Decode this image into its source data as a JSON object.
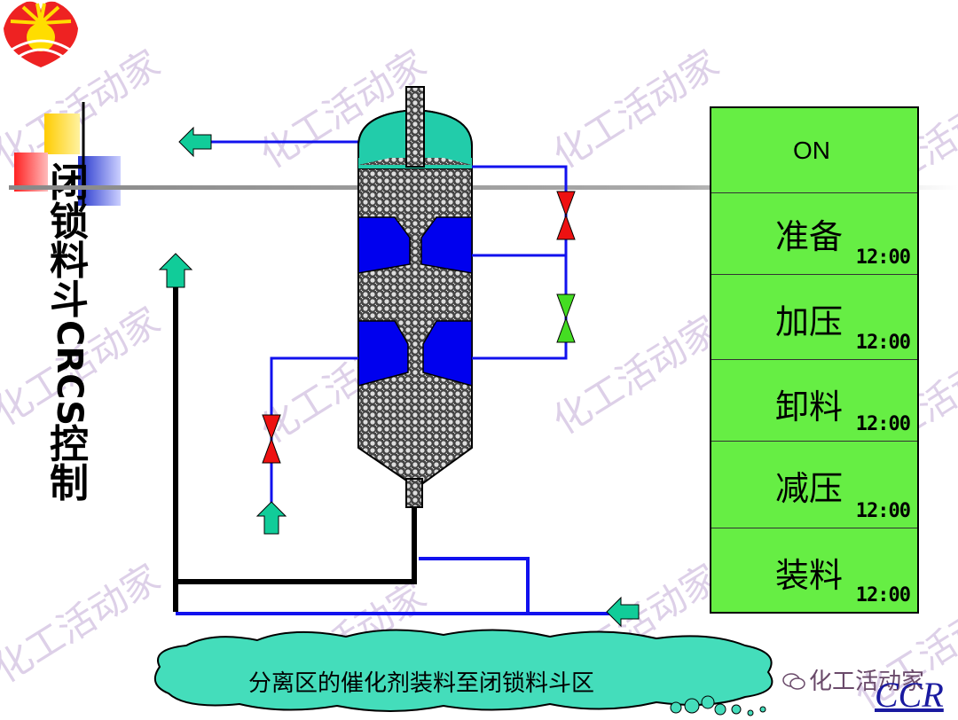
{
  "title_chars": [
    "闭",
    "锁",
    "料",
    "斗",
    "CRCS",
    "控",
    "制"
  ],
  "panel": {
    "on_label": "ON",
    "steps": [
      {
        "label": "准备",
        "time": "12:00"
      },
      {
        "label": "加压",
        "time": "12:00"
      },
      {
        "label": "卸料",
        "time": "12:00"
      },
      {
        "label": "减压",
        "time": "12:00"
      },
      {
        "label": "装料",
        "time": "12:00"
      }
    ]
  },
  "caption": "分离区的催化剂装料至闭锁料斗区",
  "brand": "化工活动家",
  "ccr_label": "CCR",
  "watermark": "化工活动家",
  "colors": {
    "panel_green": "#66ee44",
    "vessel_blue": "#0000ee",
    "dome_teal": "#22ccaa",
    "arrow_teal": "#11cc99",
    "valve_red": "#ee1111",
    "valve_green": "#44dd22",
    "line_blue": "#1111ee",
    "cloud_teal": "#44ddbb"
  }
}
